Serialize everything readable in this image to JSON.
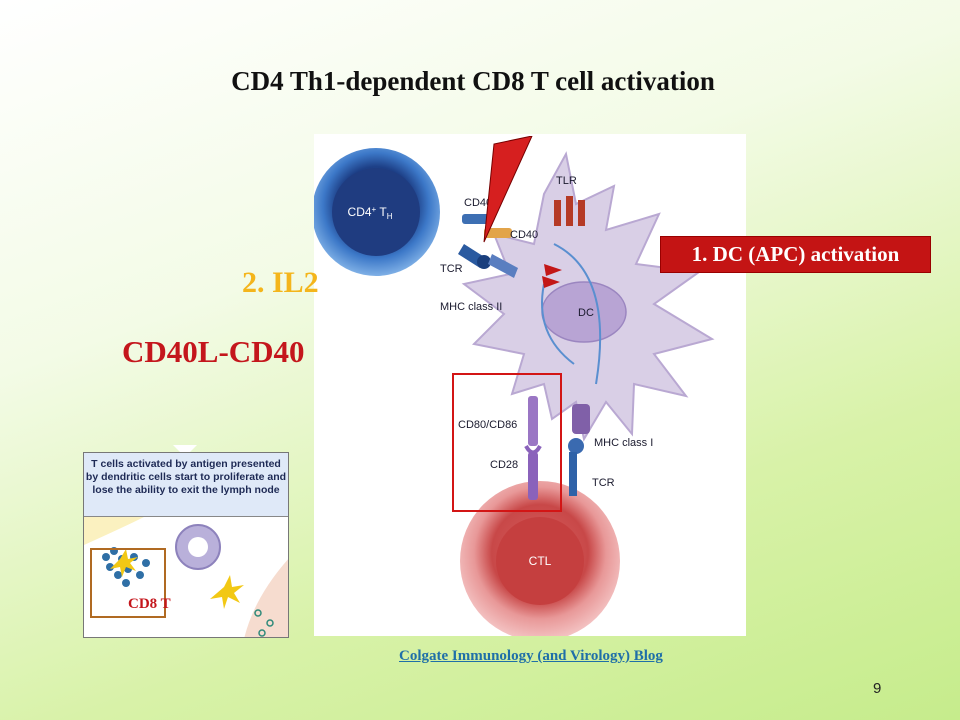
{
  "slide": {
    "title": "CD4 Th1-dependent CD8 T cell activation",
    "il2_label": "2. IL2",
    "cd40l_cd40_label": "CD40L-CD40",
    "dc_activation_label": "1. DC (APC) activation",
    "blog_link": "Colgate Immunology (and Virology) Blog",
    "page_number": "9"
  },
  "figure": {
    "cd4_cell": "CD4",
    "cd4_sup": "+",
    "cd4_sub": "H",
    "cd4_t": "T",
    "cd40l": "CD40L",
    "cd40": "CD40",
    "tlr": "TLR",
    "tcr_top": "TCR",
    "mhc_class_ii": "MHC class II",
    "dc": "DC",
    "cd80_cd86": "CD80/CD86",
    "cd28": "CD28",
    "mhc_class_i": "MHC class I",
    "tcr_bottom": "TCR",
    "ctl": "CTL"
  },
  "inset": {
    "text": "T cells activated by antigen presented by dendritic cells start to proliferate and lose the ability to exit the lymph node",
    "cd8_label": "CD8 T"
  },
  "colors": {
    "accent_red": "#c4161c",
    "il2_yellow": "#f4b51b",
    "link_blue": "#1f6fa8"
  }
}
